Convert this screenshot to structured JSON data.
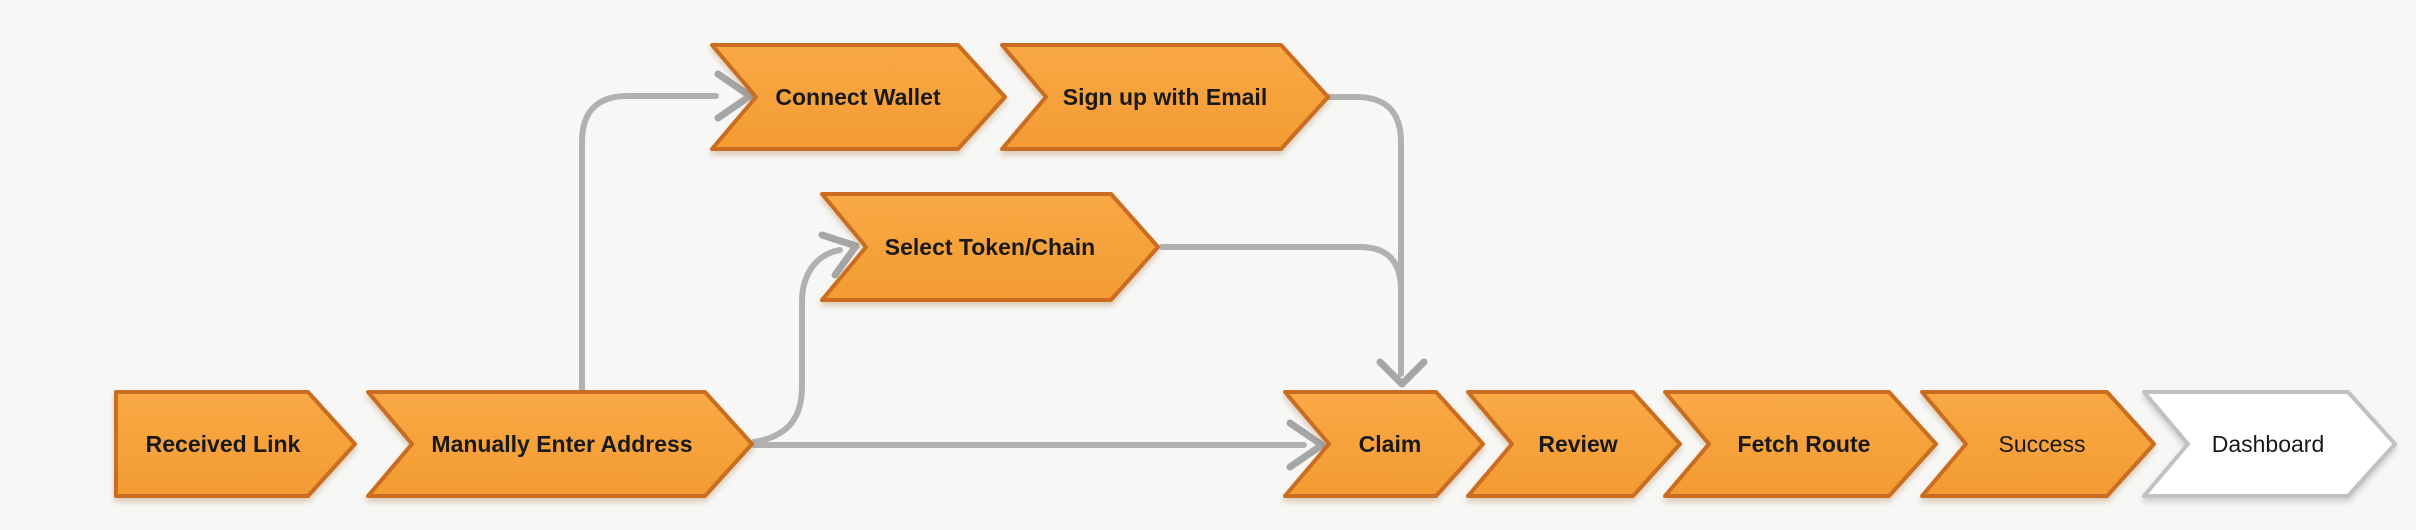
{
  "diagram": {
    "background_color": "#F7F7F5",
    "node_fill_color": "#F7A23C",
    "node_border_color": "#CB6D20",
    "terminal_fill_color": "#FFFFFF",
    "terminal_border_color": "#C1C1C1",
    "connector_color": "#B1B1B1",
    "label_color": "#191919",
    "nodes": [
      {
        "id": "received-link",
        "label": "Received Link",
        "shape": "chevron-start",
        "fill": "orange",
        "bold": true
      },
      {
        "id": "manually-enter-address",
        "label": "Manually Enter Address",
        "shape": "chevron",
        "fill": "orange",
        "bold": true
      },
      {
        "id": "connect-wallet",
        "label": "Connect Wallet",
        "shape": "chevron",
        "fill": "orange",
        "bold": true
      },
      {
        "id": "sign-up-with-email",
        "label": "Sign up with Email",
        "shape": "chevron",
        "fill": "orange",
        "bold": true
      },
      {
        "id": "select-token-chain",
        "label": "Select Token/Chain",
        "shape": "chevron",
        "fill": "orange",
        "bold": true
      },
      {
        "id": "claim",
        "label": "Claim",
        "shape": "chevron",
        "fill": "orange",
        "bold": true
      },
      {
        "id": "review",
        "label": "Review",
        "shape": "chevron",
        "fill": "orange",
        "bold": true
      },
      {
        "id": "fetch-route",
        "label": "Fetch Route",
        "shape": "chevron",
        "fill": "orange",
        "bold": true
      },
      {
        "id": "success",
        "label": "Success",
        "shape": "chevron",
        "fill": "orange",
        "bold": false
      },
      {
        "id": "dashboard",
        "label": "Dashboard",
        "shape": "chevron-terminal",
        "fill": "white",
        "bold": false
      }
    ],
    "edges": [
      {
        "from": "manually-enter-address",
        "to": "connect-wallet",
        "type": "arrow"
      },
      {
        "from": "manually-enter-address",
        "to": "select-token-chain",
        "type": "arrow"
      },
      {
        "from": "manually-enter-address",
        "to": "claim",
        "type": "arrow"
      },
      {
        "from": "sign-up-with-email",
        "to": "claim",
        "type": "arrow"
      },
      {
        "from": "select-token-chain",
        "to": "claim",
        "type": "arrow"
      },
      {
        "from": "received-link",
        "to": "manually-enter-address",
        "type": "adjacent"
      },
      {
        "from": "connect-wallet",
        "to": "sign-up-with-email",
        "type": "adjacent"
      },
      {
        "from": "claim",
        "to": "review",
        "type": "adjacent"
      },
      {
        "from": "review",
        "to": "fetch-route",
        "type": "adjacent"
      },
      {
        "from": "fetch-route",
        "to": "success",
        "type": "adjacent"
      },
      {
        "from": "success",
        "to": "dashboard",
        "type": "adjacent"
      }
    ]
  }
}
